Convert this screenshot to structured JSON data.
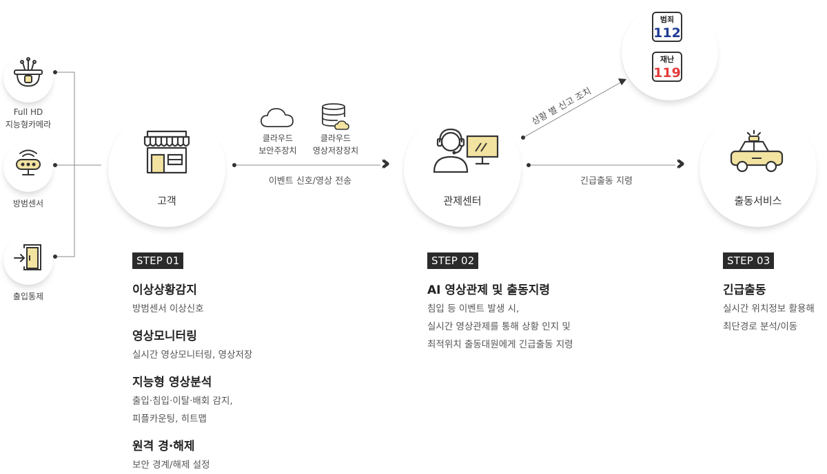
{
  "devices": [
    {
      "label": "Full HD\n지능형카메라",
      "icon": "cctv-camera-icon"
    },
    {
      "label": "방범센서",
      "icon": "motion-sensor-icon"
    },
    {
      "label": "출입통제",
      "icon": "door-access-icon"
    }
  ],
  "nodes": {
    "customer": {
      "label": "고객",
      "icon": "store-icon"
    },
    "control_center": {
      "label": "관제센터",
      "icon": "operator-monitor-icon"
    },
    "dispatch": {
      "label": "출동서비스",
      "icon": "security-car-icon"
    }
  },
  "cloud": [
    {
      "label": "클라우드\n보안주장치",
      "icon": "cloud-icon"
    },
    {
      "label": "클라우드\n영상저장장치",
      "icon": "cloud-storage-icon"
    }
  ],
  "flows": {
    "event_transfer": "이벤트 신호/영상 전송",
    "report": "상황 별 신고 조치",
    "dispatch_order": "긴급출동 지령"
  },
  "emergency": [
    {
      "top": "범죄",
      "number": "112",
      "color": "#1f3a93"
    },
    {
      "top": "재난",
      "number": "119",
      "color": "#e23b3b"
    }
  ],
  "steps": [
    {
      "badge": "STEP 01",
      "items": [
        {
          "title": "이상상황감지",
          "desc": [
            "방범센서 이상신호"
          ]
        },
        {
          "title": "영상모니터링",
          "desc": [
            "실시간 영상모니터링, 영상저장"
          ]
        },
        {
          "title": "지능형 영상분석",
          "desc": [
            "출입·침입·이탈·배회 감지,",
            "피플카운팅, 히트맵"
          ]
        },
        {
          "title": "원격 경·해제",
          "desc": [
            "보안 경계/해제 설정"
          ]
        }
      ]
    },
    {
      "badge": "STEP 02",
      "items": [
        {
          "title": "AI 영상관제 및 출동지령",
          "desc": [
            "침입 등 이벤트 발생 시,",
            "실시간 영상관제를 통해 상황 인지 및",
            "최적위치 출동대원에게 긴급출동 지령"
          ]
        }
      ]
    },
    {
      "badge": "STEP 03",
      "items": [
        {
          "title": "긴급출동",
          "desc": [
            "실시간 위치정보 활용해",
            "최단경로 분석/이동"
          ]
        }
      ]
    }
  ],
  "colors": {
    "accent": "#f3e3a1",
    "line": "#888888",
    "dark": "#2b2b2b"
  }
}
